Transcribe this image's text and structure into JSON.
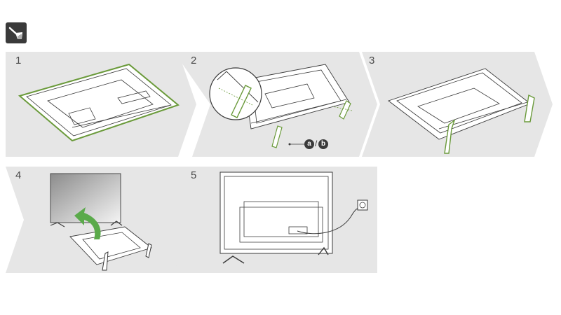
{
  "header": {
    "icon": "cleaning-brush-icon"
  },
  "steps": [
    {
      "number": "1"
    },
    {
      "number": "2",
      "screw_labels": [
        "a",
        "b"
      ],
      "separator": "/"
    },
    {
      "number": "3"
    },
    {
      "number": "4"
    },
    {
      "number": "5"
    }
  ],
  "colors": {
    "panel_bg": "#e6e6e6",
    "accent_green": "#6a9a3a",
    "line": "#3a3a3a"
  }
}
